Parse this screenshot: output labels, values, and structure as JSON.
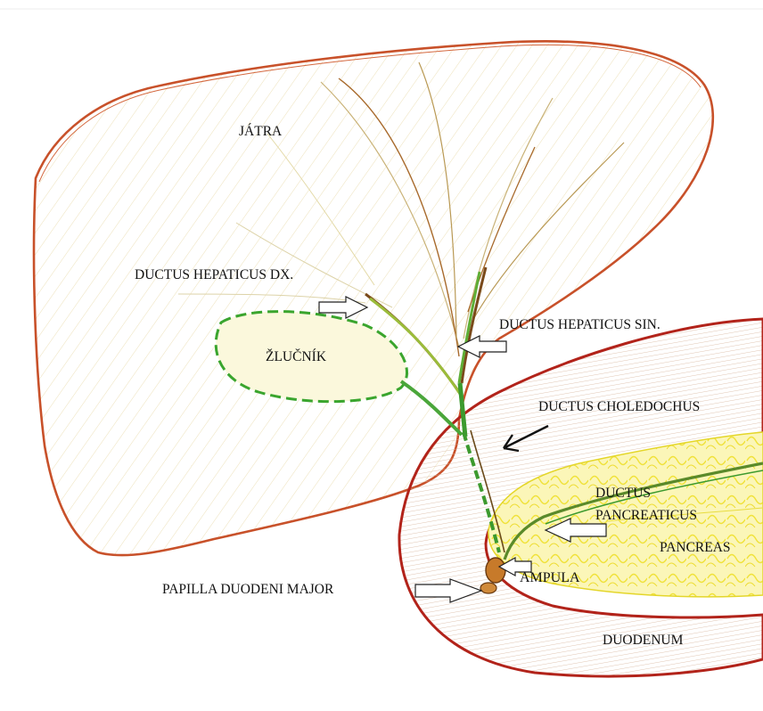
{
  "labels": {
    "jatra": "JÁTRA",
    "ductus_hepaticus_dx": "DUCTUS HEPATICUS DX.",
    "ductus_hepaticus_sin": "DUCTUS HEPATICUS SIN.",
    "zlucnik": "ŽLUČNÍK",
    "ductus_choledochus": "DUCTUS CHOLEDOCHUS",
    "ductus_pancreaticus_1": "DUCTUS",
    "ductus_pancreaticus_2": "PANCREATICUS",
    "pancreas": "PANCREAS",
    "ampula": "AMPULA",
    "papilla": "PAPILLA DUODENI MAJOR",
    "duodenum": "DUODENUM"
  },
  "colors": {
    "liver_outline": "#c8512a",
    "duodenum_outline": "#b2231a",
    "gallbladder_outline": "#3aa52e",
    "bile_duct": "#4aa63a",
    "bile_duct_dark": "#7a4a1a",
    "pancreas_fill": "#f3ee4a",
    "hatch": "#d9b9a4",
    "arrow_outline": "#222222"
  }
}
